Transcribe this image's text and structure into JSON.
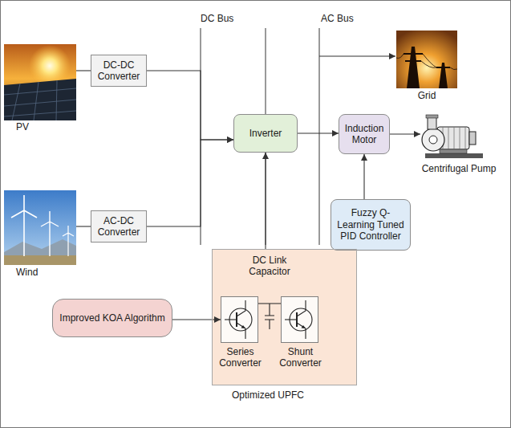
{
  "diagram": {
    "nodes": [
      {
        "text": [
          "PV"
        ]
      },
      {
        "text": [
          "DC-DC Converter"
        ]
      },
      {
        "text": [
          "Inverter"
        ]
      },
      {
        "text": [
          "Grid"
        ]
      },
      {
        "text": [
          "Induction Motor"
        ]
      },
      {
        "text": [
          "Centrifugal Pump"
        ]
      },
      {
        "text": [
          "Wind"
        ]
      },
      {
        "text": [
          "AC-DC Converter"
        ]
      },
      {
        "text": [
          "Fuzzy Q- Learning Tuned PID Controller"
        ]
      },
      {
        "text": [
          "DC Link Capacitor",
          "Optimized UPFC"
        ]
      },
      {
        "text": [
          "Improved KOA Algorithm"
        ]
      },
      {
        "text": [
          "Series Converter"
        ],
        "in": 9
      },
      {
        "text": [
          "Shunt Converter"
        ],
        "in": 9
      }
    ],
    "edges": [
      {
        "from": 0,
        "to": 1,
        "arrow": "none"
      },
      {
        "from": 1,
        "to": 2,
        "arrow": "to"
      },
      {
        "from": 6,
        "to": 7,
        "arrow": "none"
      },
      {
        "from": 7,
        "to": 2,
        "arrow": "to"
      },
      {
        "from": 2,
        "to": 4,
        "arrow": "to"
      },
      {
        "from": 4,
        "to": 5,
        "arrow": "to"
      },
      {
        "from": 8,
        "to": 4,
        "arrow": "to"
      },
      {
        "from": 9,
        "to": 2,
        "arrow": "to"
      },
      {
        "from": 10,
        "to": 11,
        "arrow": "to"
      }
    ],
    "labels": [
      "DC Bus",
      "AC Bus"
    ]
  }
}
